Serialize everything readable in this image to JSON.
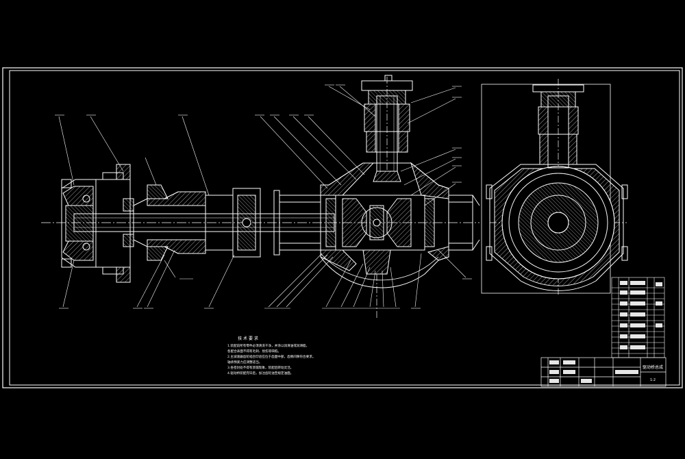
{
  "drawing": {
    "background": "#000000",
    "line_color": "#ffffff",
    "hatch_color": "#cfcfcf",
    "accent_color": "#ff3b3b",
    "view": "drive-axle-assembly-section"
  },
  "notes": {
    "title": "技 术 要 求",
    "lines": [
      "1.装配前所有零件必须清洗干净，并涂以润滑油或润滑脂，",
      "  各配合表面不得有毛刺、划伤等缺陷。",
      "2.主减速器齿轮啮合印迹应位于齿面中部，齿侧间隙符合要求。",
      "  轴承预紧力应调整适当。",
      "3.各密封处不得有渗漏现象，装配后转动灵活。",
      "4.驱动桥装配完毕后，加注齿轮油至规定油面。"
    ]
  },
  "title_block": {
    "name": "驱动桥总成",
    "scale": "1:2"
  }
}
